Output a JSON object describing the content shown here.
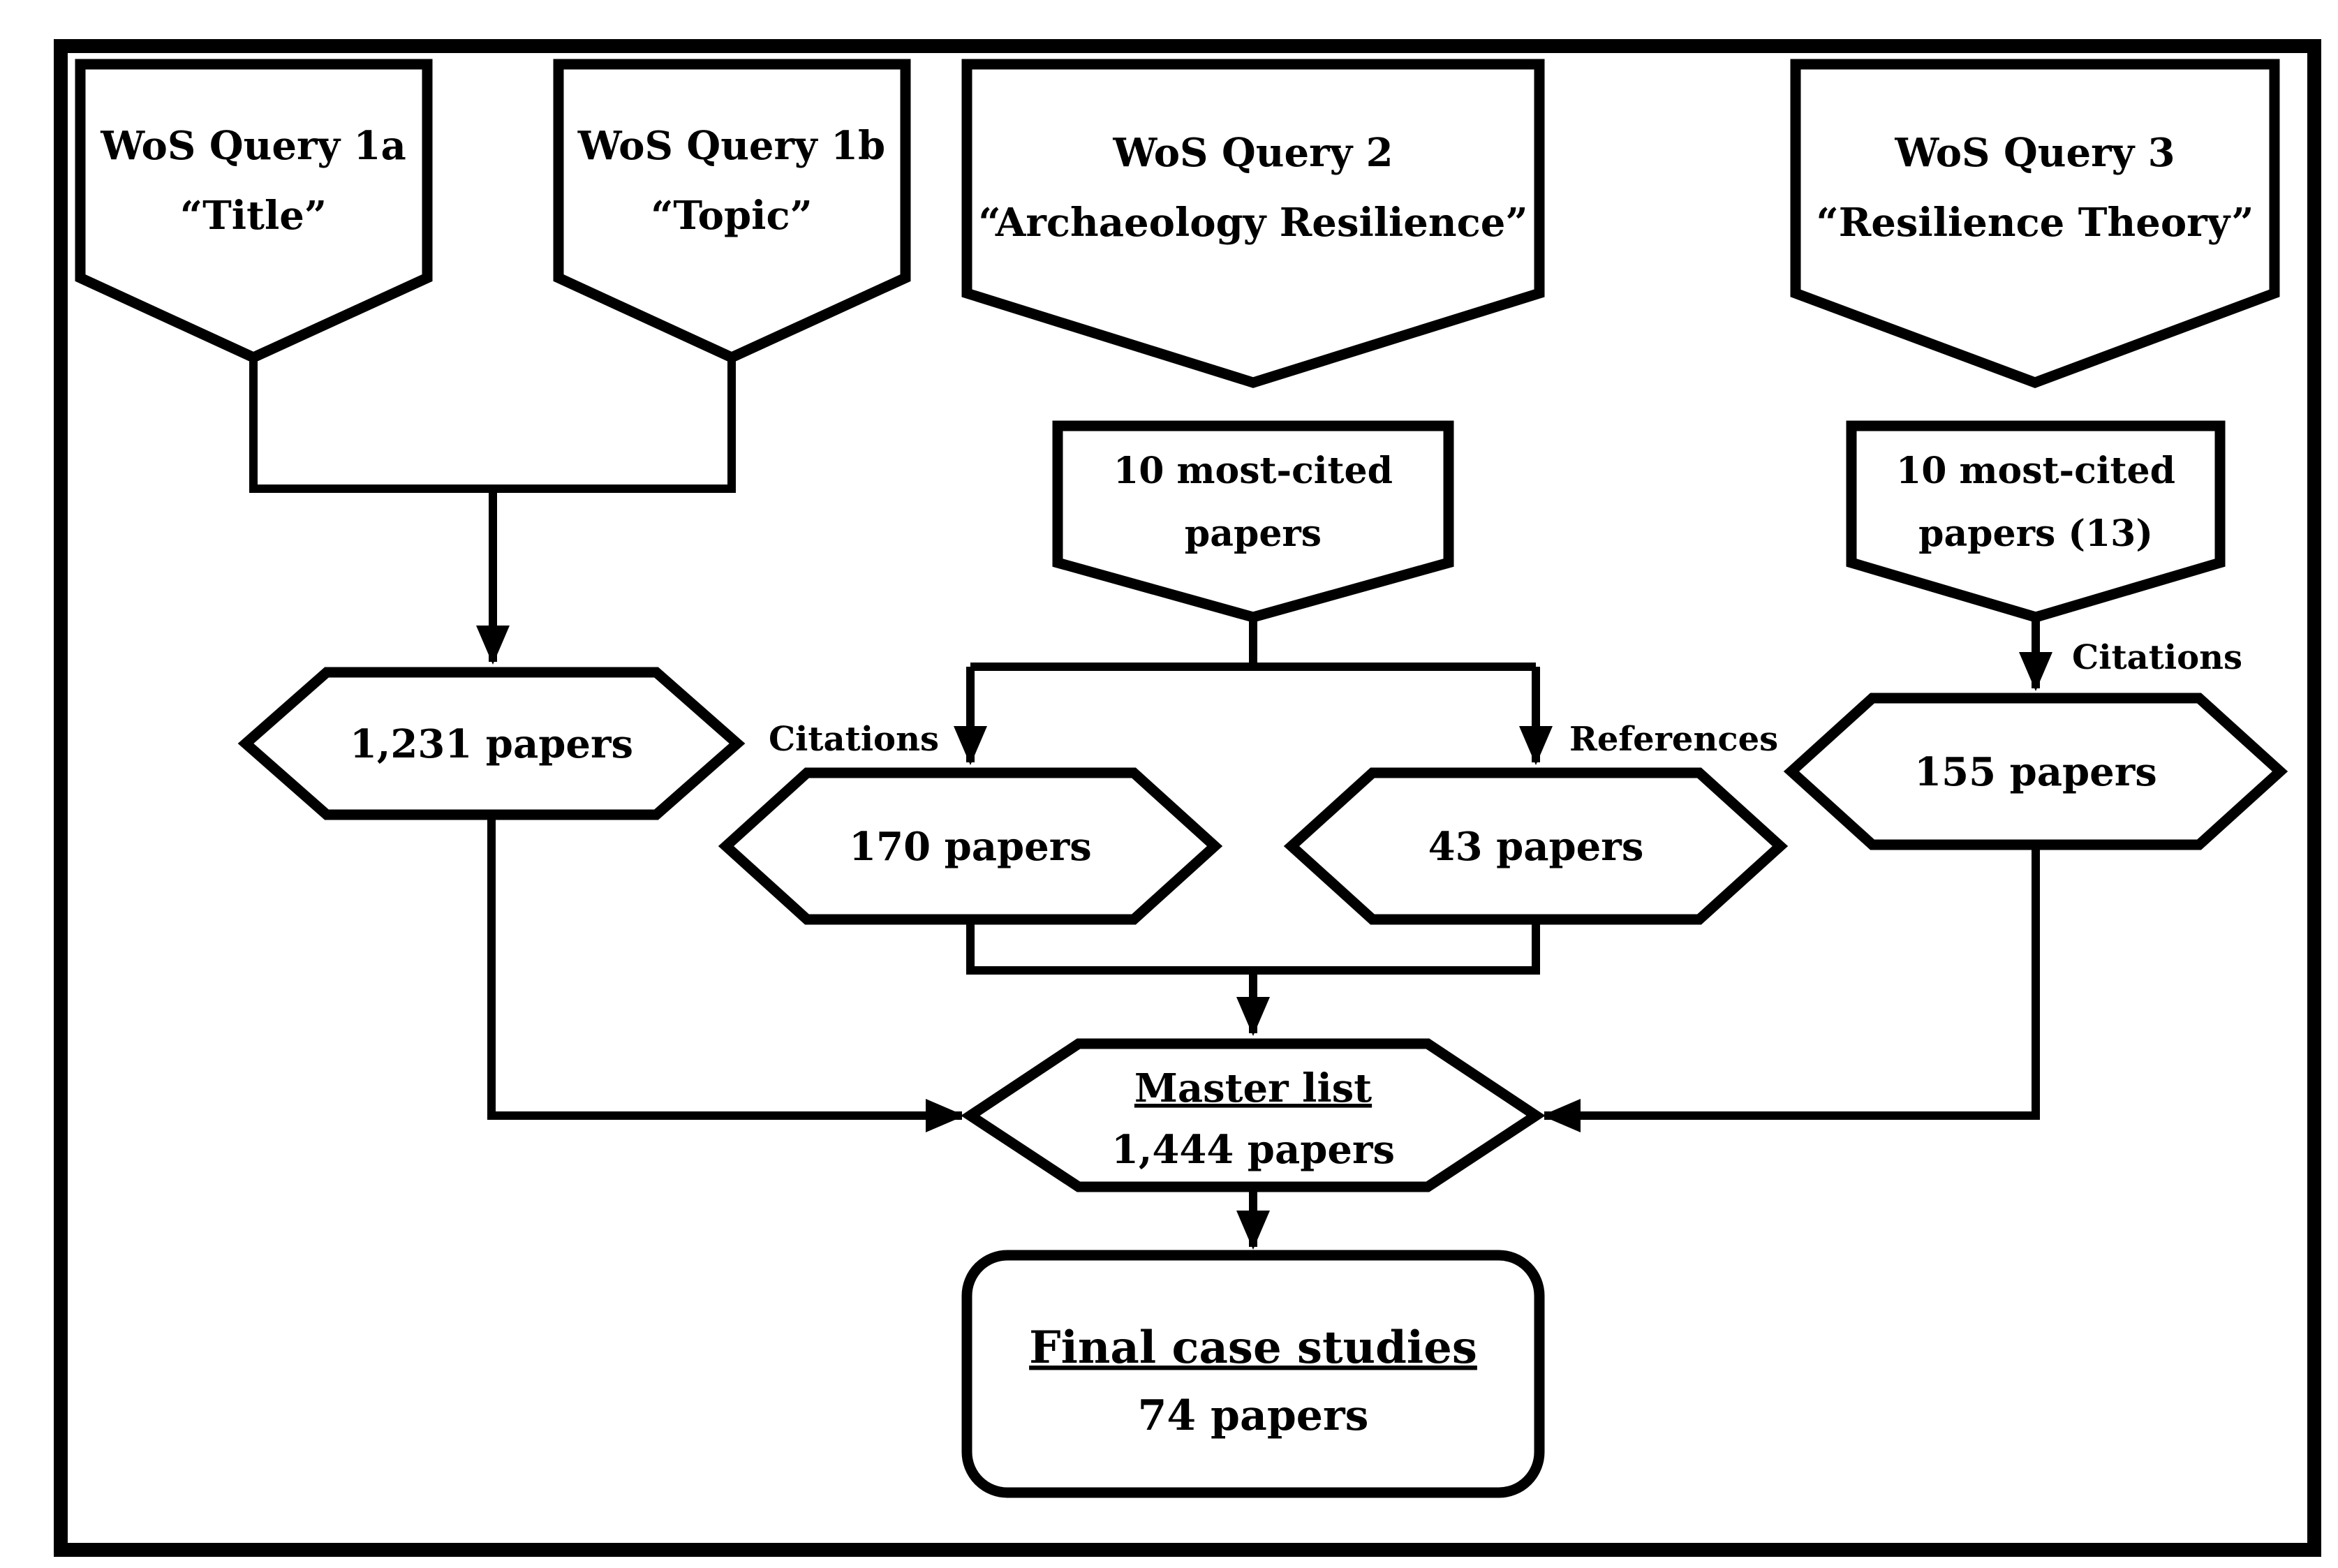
{
  "diagram": {
    "background_color": "#ffffff",
    "line_color": "#000000"
  },
  "nodes": {
    "query1a": {
      "line1": "WoS Query 1a",
      "line2": "“Title”",
      "fill": "#ffffff"
    },
    "query1b": {
      "line1": "WoS Query 1b",
      "line2": "“Topic”",
      "fill": "#ffffff"
    },
    "query2": {
      "line1": "WoS Query 2",
      "line2": "“Archaeology Resilience”",
      "fill": "#ffffff"
    },
    "query3": {
      "line1": "WoS Query 3",
      "line2": "“Resilience Theory”",
      "fill": "#ffffff"
    },
    "most_cited_2": {
      "line1": "10 most-cited",
      "line2": "papers",
      "fill": "#c6a3ef"
    },
    "most_cited_3": {
      "line1": "10 most-cited",
      "line2": "papers (13)",
      "fill": "#ebeb5e"
    },
    "papers_1231": {
      "label": "1,231 papers",
      "fill": "#ffffff"
    },
    "papers_170": {
      "label": "170 papers",
      "fill": "#ffffff"
    },
    "papers_43": {
      "label": "43 papers",
      "fill": "#ffffff"
    },
    "papers_155": {
      "label": "155 papers",
      "fill": "#ffffff"
    },
    "master_list": {
      "line1": "Master list",
      "line2": "1,444 papers",
      "fill": "#ffffff"
    },
    "final_case_studies": {
      "line1": "Final case studies",
      "line2": "74 papers",
      "fill": "#b4afab"
    }
  },
  "edge_labels": {
    "citations_query2": "Citations",
    "references_query2": "References",
    "citations_query3": "Citations"
  }
}
